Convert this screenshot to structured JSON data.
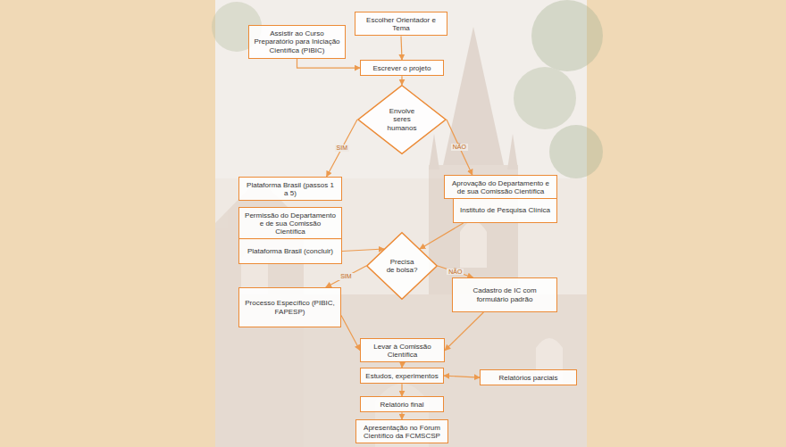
{
  "diagram": {
    "nodes": [
      {
        "text": [
          "Escolher Orientador e Tema"
        ]
      },
      {
        "text": [
          "Assistir ao Curso Preparatório para Iniciação Científica (PIBIC)"
        ]
      },
      {
        "text": [
          "Escrever o projeto"
        ]
      },
      {
        "text": [
          "Envolve seres humanos"
        ]
      },
      {
        "text": [
          "Plataforma Brasil (passos 1 a 5)"
        ]
      },
      {
        "text": [
          "Aprovação do Departamento e de sua Comissão Científica"
        ]
      },
      {
        "text": [
          "Permissão do Departamento e de sua Comissão Científica"
        ]
      },
      {
        "text": [
          "Instituto de Pesquisa Clínica"
        ]
      },
      {
        "text": [
          "Plataforma Brasil (concluir)"
        ]
      },
      {
        "text": [
          "Precisa de bolsa?"
        ]
      },
      {
        "text": [
          "Processo Específico (PIBIC, FAPESP)"
        ]
      },
      {
        "text": [
          "Cadastro de IC com formulário padrão"
        ]
      },
      {
        "text": [
          "Levar à Comissão Científica"
        ]
      },
      {
        "text": [
          "Estudos, experimentos"
        ]
      },
      {
        "text": [
          "Relatórios parciais"
        ]
      },
      {
        "text": [
          "Relatório final"
        ]
      },
      {
        "text": [
          "Apresentação no Fórum Científico da FCMSCSP"
        ]
      }
    ],
    "edges": [
      {
        "from": 0,
        "to": 2,
        "arrow": "to"
      },
      {
        "from": 1,
        "to": 2,
        "arrow": "to"
      },
      {
        "from": 2,
        "to": 3,
        "arrow": "to"
      },
      {
        "from": 3,
        "to": 4,
        "label": "SIM",
        "arrow": "to"
      },
      {
        "from": 3,
        "to": 5,
        "label": "NÃO",
        "arrow": "to"
      },
      {
        "from": 8,
        "to": 9,
        "arrow": "to"
      },
      {
        "from": 7,
        "to": 9,
        "arrow": "to"
      },
      {
        "from": 9,
        "to": 10,
        "label": "SIM",
        "arrow": "to"
      },
      {
        "from": 9,
        "to": 11,
        "label": "NÃO",
        "arrow": "to"
      },
      {
        "from": 10,
        "to": 12,
        "arrow": "to"
      },
      {
        "from": 11,
        "to": 12,
        "arrow": "to"
      },
      {
        "from": 12,
        "to": 13,
        "arrow": "to"
      },
      {
        "from": 13,
        "to": 14,
        "arrow": "both"
      },
      {
        "from": 13,
        "to": 15,
        "arrow": "to"
      },
      {
        "from": 15,
        "to": 16,
        "arrow": "to"
      }
    ]
  }
}
